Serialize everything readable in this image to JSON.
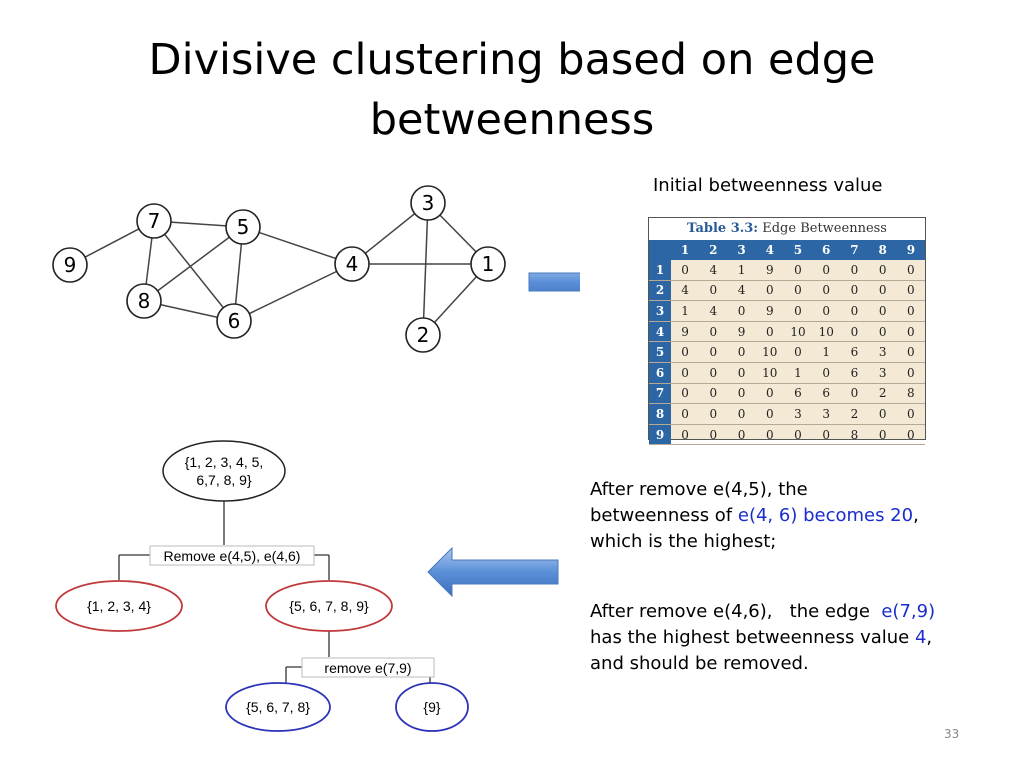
{
  "title": {
    "line1": "Divisive clustering based on edge",
    "line2": "betweenness"
  },
  "graph": {
    "nodes": [
      {
        "id": "1",
        "label": "1"
      },
      {
        "id": "2",
        "label": "2"
      },
      {
        "id": "3",
        "label": "3"
      },
      {
        "id": "4",
        "label": "4"
      },
      {
        "id": "5",
        "label": "5"
      },
      {
        "id": "6",
        "label": "6"
      },
      {
        "id": "7",
        "label": "7"
      },
      {
        "id": "8",
        "label": "8"
      },
      {
        "id": "9",
        "label": "9"
      }
    ],
    "edges": [
      [
        "9",
        "7"
      ],
      [
        "7",
        "5"
      ],
      [
        "7",
        "8"
      ],
      [
        "7",
        "6"
      ],
      [
        "8",
        "5"
      ],
      [
        "8",
        "6"
      ],
      [
        "5",
        "6"
      ],
      [
        "5",
        "4"
      ],
      [
        "6",
        "4"
      ],
      [
        "4",
        "3"
      ],
      [
        "4",
        "1"
      ],
      [
        "3",
        "1"
      ],
      [
        "3",
        "2"
      ],
      [
        "1",
        "2"
      ]
    ]
  },
  "table": {
    "caption": "Initial betweenness value",
    "heading_label": "Table 3.3:",
    "heading_text": "Edge Betweenness",
    "columns": [
      "1",
      "2",
      "3",
      "4",
      "5",
      "6",
      "7",
      "8",
      "9"
    ],
    "rows": [
      {
        "label": "1",
        "values": [
          "0",
          "4",
          "1",
          "9",
          "0",
          "0",
          "0",
          "0",
          "0"
        ]
      },
      {
        "label": "2",
        "values": [
          "4",
          "0",
          "4",
          "0",
          "0",
          "0",
          "0",
          "0",
          "0"
        ]
      },
      {
        "label": "3",
        "values": [
          "1",
          "4",
          "0",
          "9",
          "0",
          "0",
          "0",
          "0",
          "0"
        ]
      },
      {
        "label": "4",
        "values": [
          "9",
          "0",
          "9",
          "0",
          "10",
          "10",
          "0",
          "0",
          "0"
        ]
      },
      {
        "label": "5",
        "values": [
          "0",
          "0",
          "0",
          "10",
          "0",
          "1",
          "6",
          "3",
          "0"
        ]
      },
      {
        "label": "6",
        "values": [
          "0",
          "0",
          "0",
          "10",
          "1",
          "0",
          "6",
          "3",
          "0"
        ]
      },
      {
        "label": "7",
        "values": [
          "0",
          "0",
          "0",
          "0",
          "6",
          "6",
          "0",
          "2",
          "8"
        ]
      },
      {
        "label": "8",
        "values": [
          "0",
          "0",
          "0",
          "0",
          "3",
          "3",
          "2",
          "0",
          "0"
        ]
      },
      {
        "label": "9",
        "values": [
          "0",
          "0",
          "0",
          "0",
          "0",
          "0",
          "8",
          "0",
          "0"
        ]
      }
    ]
  },
  "tree": {
    "root_line1": "{1, 2, 3, 4, 5,",
    "root_line2": "6,7, 8, 9}",
    "split1_label": "Remove e(4,5), e(4,6)",
    "left_child": "{1, 2, 3, 4}",
    "right_child": "{5, 6, 7, 8, 9}",
    "split2_label": "remove e(7,9)",
    "leaf_a": "{5, 6, 7, 8}",
    "leaf_b": "{9}"
  },
  "notes": {
    "p1_a": "After remove e(4,5),  the",
    "p1_b": "betweenness  of ",
    "p1_hl": "e(4, 6) becomes 20",
    "p1_c": ",",
    "p1_d": "which is the highest;",
    "p2_a": "After remove e(4,6),   the edge  ",
    "p2_hl1": "e(7,9)",
    "p2_b": "has the highest betweenness value ",
    "p2_hl2": "4",
    "p2_c": ",",
    "p2_d": "and should be removed."
  },
  "page_number": "33",
  "colors": {
    "arrow_fill": "#5b8fd8",
    "cluster_red": "#c0393b",
    "cluster_blue": "#2c34b8",
    "table_header_blue": "#2c66a5",
    "table_body_tan": "#f4e9d4",
    "highlight_text": "#1a2ccc"
  }
}
